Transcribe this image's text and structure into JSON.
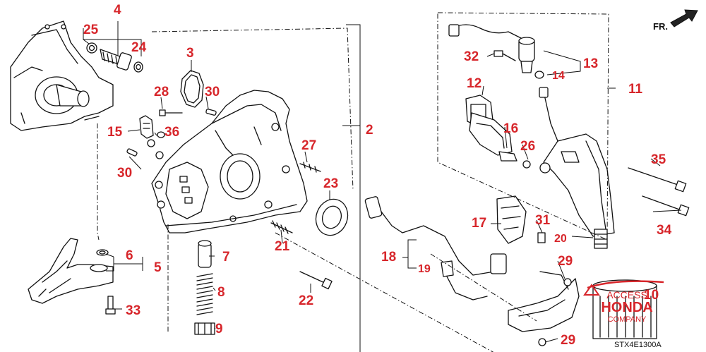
{
  "diagram_code": "STX4E1300A",
  "direction_label": "FR.",
  "logo": {
    "line1": "ACCESS",
    "line2": "HONDA",
    "line3": "COMPANY"
  },
  "callouts": [
    {
      "id": "c2",
      "text": "2"
    },
    {
      "id": "c3",
      "text": "3"
    },
    {
      "id": "c4",
      "text": "4"
    },
    {
      "id": "c5",
      "text": "5"
    },
    {
      "id": "c6",
      "text": "6"
    },
    {
      "id": "c7",
      "text": "7"
    },
    {
      "id": "c8",
      "text": "8"
    },
    {
      "id": "c9",
      "text": "9"
    },
    {
      "id": "c11",
      "text": "11"
    },
    {
      "id": "c12",
      "text": "12"
    },
    {
      "id": "c13",
      "text": "13"
    },
    {
      "id": "c14",
      "text": "14"
    },
    {
      "id": "c15",
      "text": "15"
    },
    {
      "id": "c16",
      "text": "16"
    },
    {
      "id": "c17",
      "text": "17"
    },
    {
      "id": "c18",
      "text": "18"
    },
    {
      "id": "c19",
      "text": "19"
    },
    {
      "id": "c20",
      "text": "20"
    },
    {
      "id": "c21",
      "text": "21"
    },
    {
      "id": "c22",
      "text": "22"
    },
    {
      "id": "c23",
      "text": "23"
    },
    {
      "id": "c24",
      "text": "24"
    },
    {
      "id": "c25",
      "text": "25"
    },
    {
      "id": "c26",
      "text": "26"
    },
    {
      "id": "c27",
      "text": "27"
    },
    {
      "id": "c28",
      "text": "28"
    },
    {
      "id": "c29a",
      "text": "29"
    },
    {
      "id": "c29b",
      "text": "29"
    },
    {
      "id": "c30a",
      "text": "30"
    },
    {
      "id": "c30b",
      "text": "30"
    },
    {
      "id": "c31",
      "text": "31"
    },
    {
      "id": "c32",
      "text": "32"
    },
    {
      "id": "c33",
      "text": "33"
    },
    {
      "id": "c34",
      "text": "34"
    },
    {
      "id": "c35",
      "text": "35"
    },
    {
      "id": "c36",
      "text": "36"
    },
    {
      "id": "c10",
      "text": "10"
    }
  ]
}
